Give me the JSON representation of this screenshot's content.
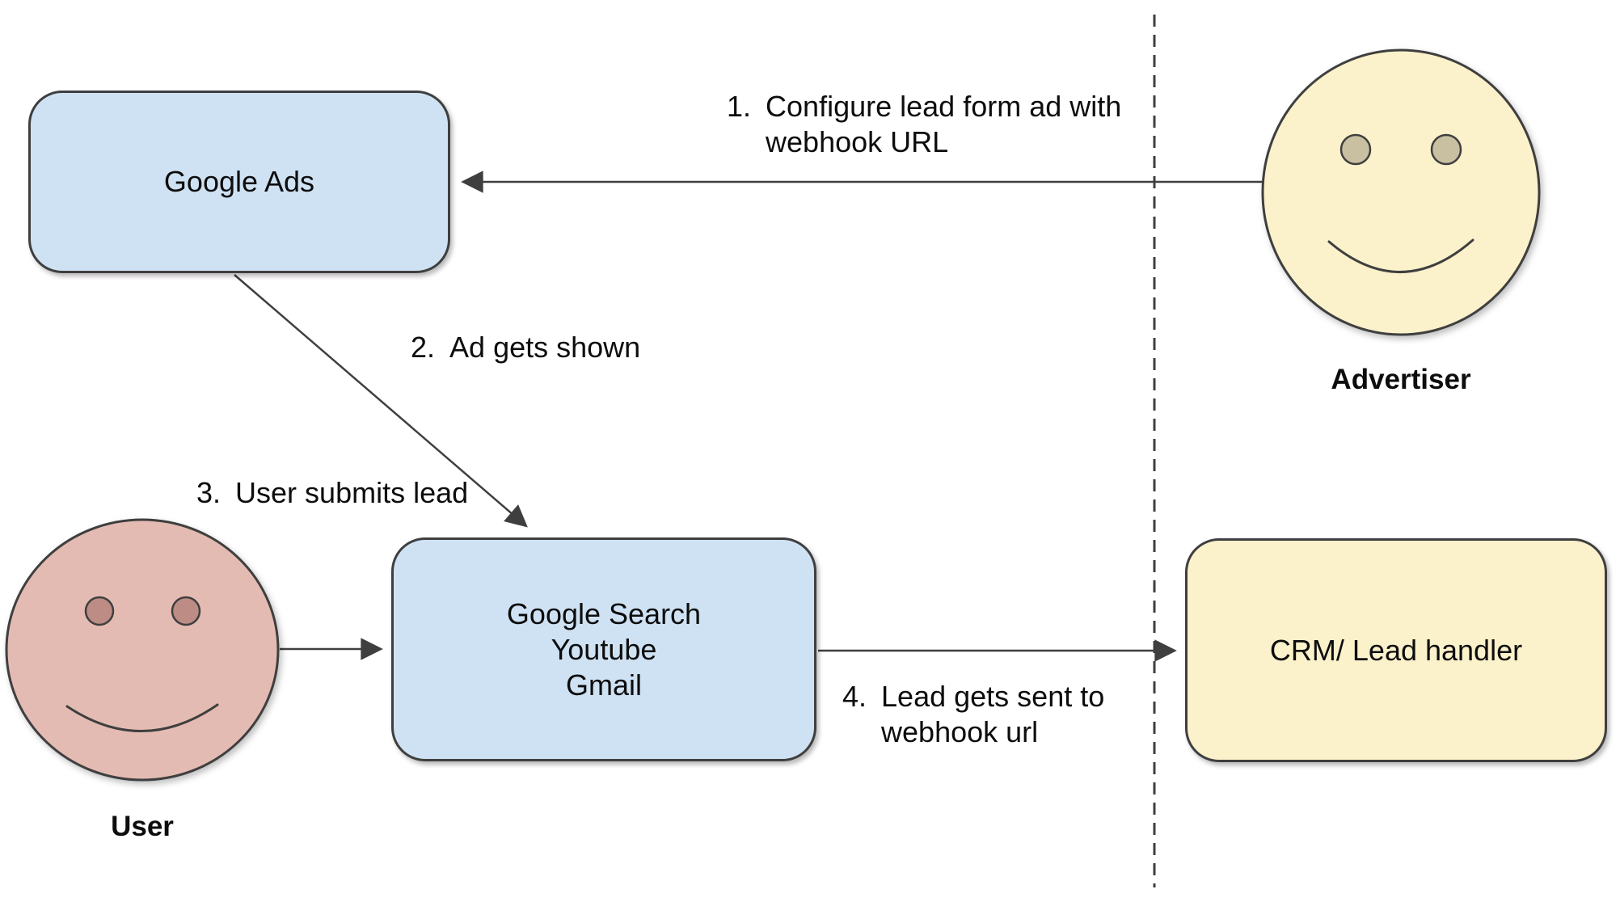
{
  "theme": {
    "background": "#ffffff",
    "blue_fill": "#cfe2f3",
    "yellow_fill": "#fbf1cb",
    "pink_fill": "#e4bbb2",
    "pink_eye": "#bd8d85",
    "yellow_eye": "#c9c0a1",
    "stroke": "#3f3f3f",
    "text": "#0d0d0d"
  },
  "nodes": {
    "google_ads": {
      "label": "Google Ads"
    },
    "google_surfaces": {
      "lines": [
        "Google Search",
        "Youtube",
        "Gmail"
      ]
    },
    "crm": {
      "label": "CRM/ Lead handler"
    }
  },
  "actors": {
    "advertiser": {
      "label": "Advertiser"
    },
    "user": {
      "label": "User"
    }
  },
  "steps": [
    {
      "num": "1.",
      "lines": [
        "Configure lead form ad with",
        "webhook URL"
      ]
    },
    {
      "num": "2.",
      "lines": [
        "Ad gets shown"
      ]
    },
    {
      "num": "3.",
      "lines": [
        "User submits lead"
      ]
    },
    {
      "num": "4.",
      "lines": [
        "Lead gets sent to",
        "webhook url"
      ]
    }
  ]
}
